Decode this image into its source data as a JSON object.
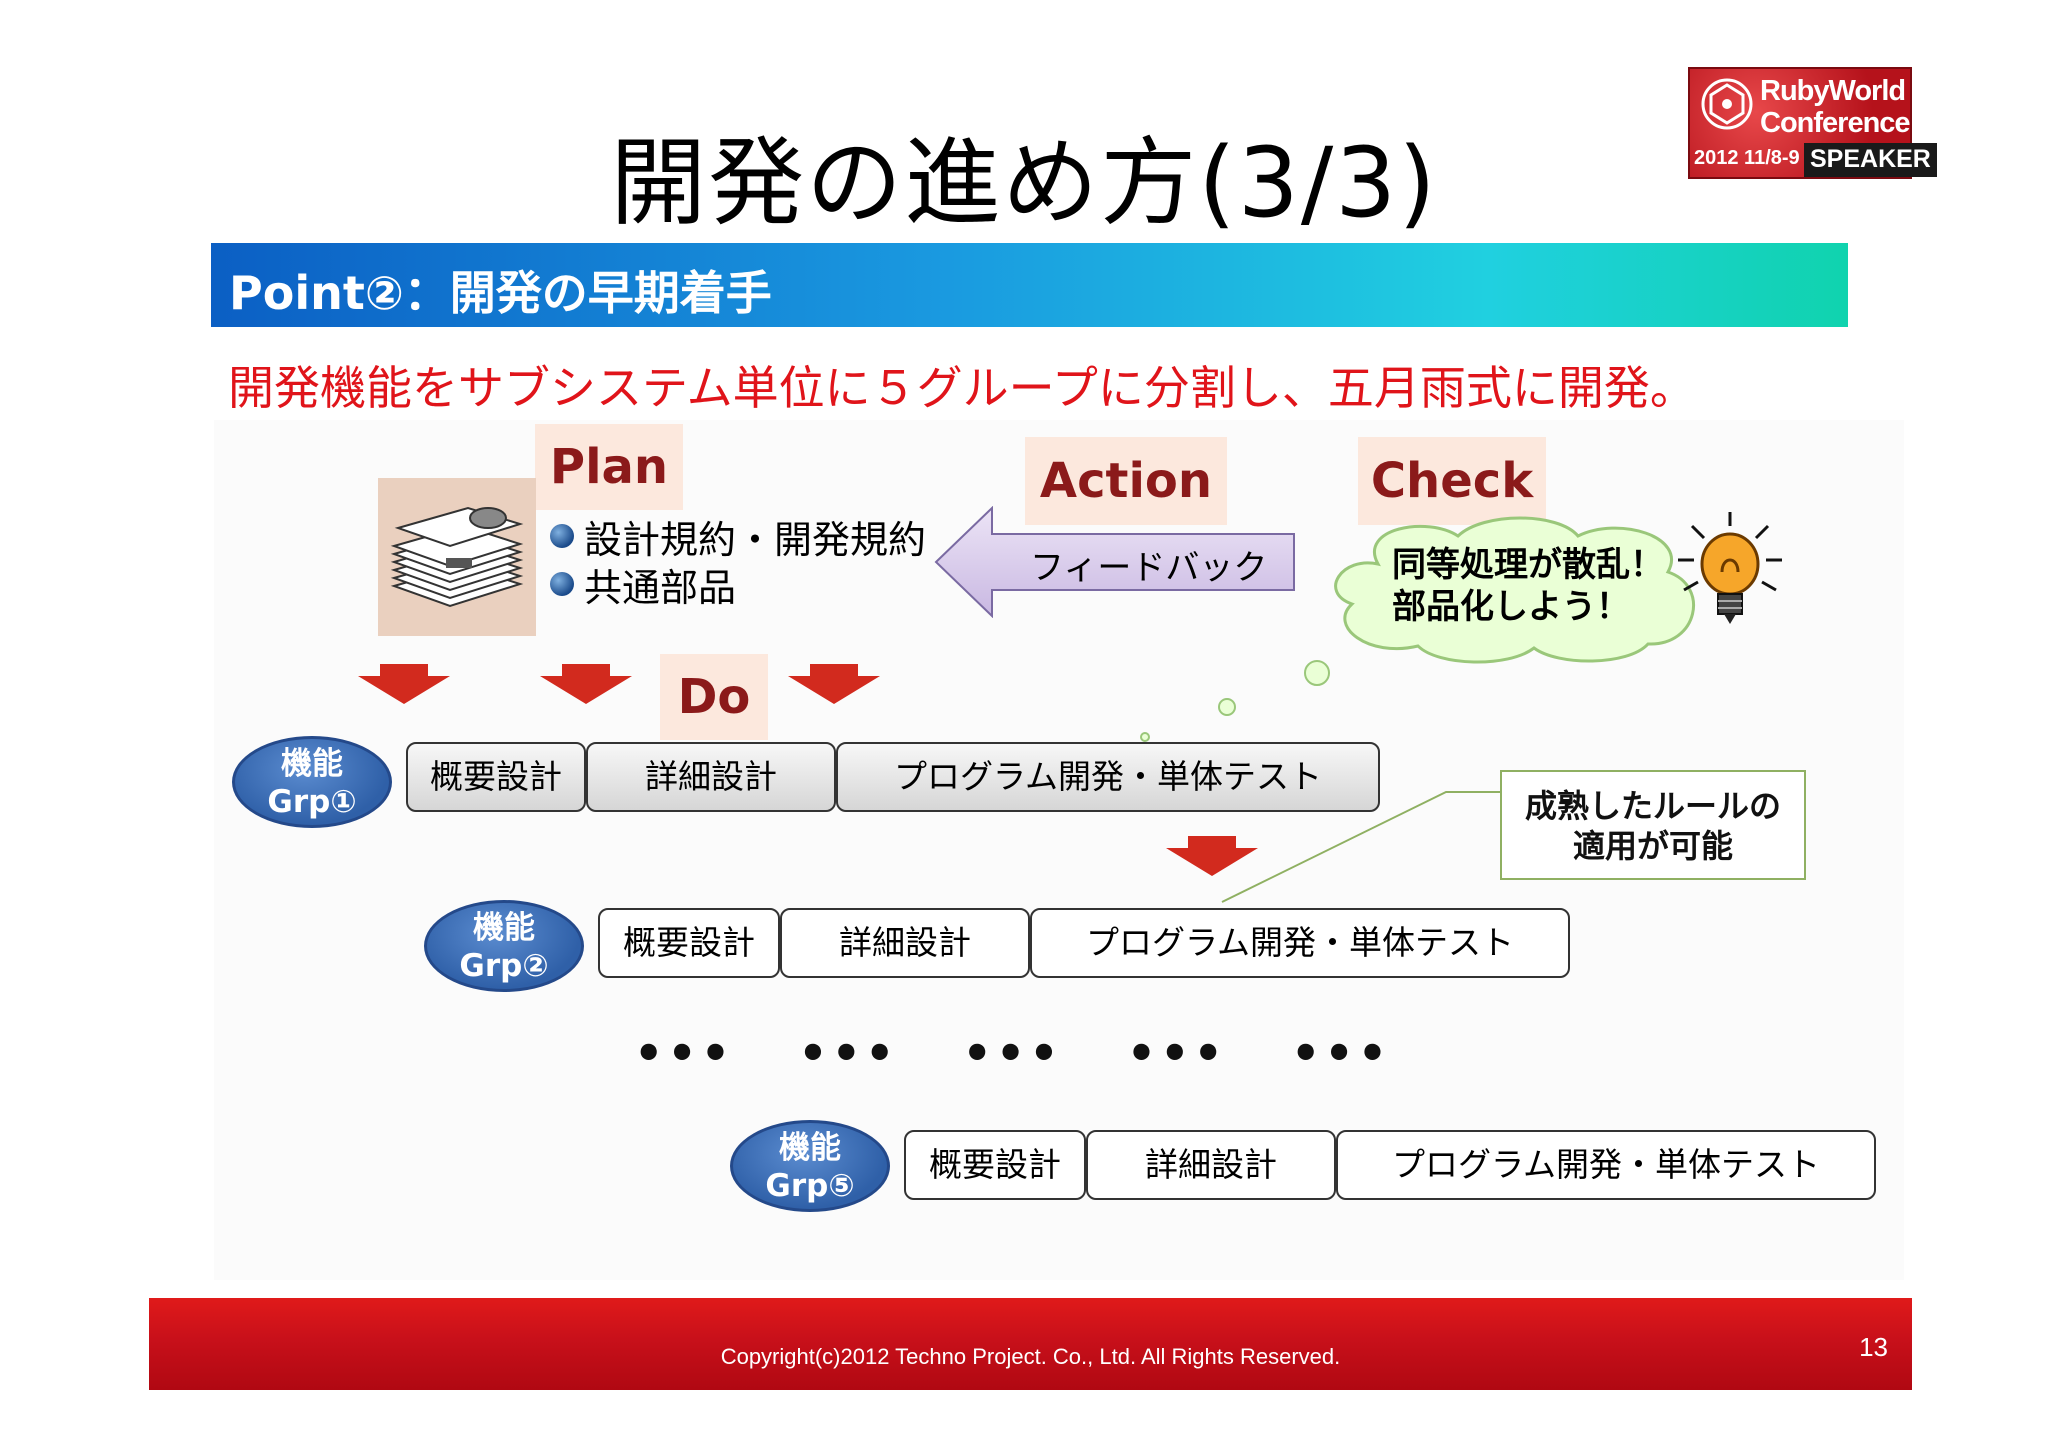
{
  "slide": {
    "title": "開発の進め方(3/3)",
    "point_heading": "Point②：開発の早期着手",
    "subtitle": "開発機能をサブシステム単位に５グループに分割し、五月雨式に開発。"
  },
  "badge": {
    "line1": "RubyWorld",
    "line2": "Conference",
    "date": "2012 11/8-9",
    "role": "SPEAKER"
  },
  "phases": {
    "plan": "Plan",
    "action": "Action",
    "check": "Check",
    "do": "Do"
  },
  "plan_items": [
    "設計規約・開発規約",
    "共通部品"
  ],
  "feedback_label": "フィードバック",
  "check_bubble": [
    "同等処理が散乱！",
    "部品化しよう！"
  ],
  "groups": [
    {
      "label_line1": "機能",
      "label_line2": "Grp①",
      "tasks": [
        "概要設計",
        "詳細設計",
        "プログラム開発・単体テスト"
      ]
    },
    {
      "label_line1": "機能",
      "label_line2": "Grp②",
      "tasks": [
        "概要設計",
        "詳細設計",
        "プログラム開発・単体テスト"
      ]
    },
    {
      "label_line1": "機能",
      "label_line2": "Grp⑤",
      "tasks": [
        "概要設計",
        "詳細設計",
        "プログラム開発・単体テスト"
      ]
    }
  ],
  "ellipsis": [
    "•••",
    "•••",
    "•••",
    "•••",
    "•••"
  ],
  "note": [
    "成熟したルールの",
    "適用が可能"
  ],
  "footer": {
    "copyright": "Copyright(c)2012 Techno Project. Co., Ltd. All Rights Reserved.",
    "page_number": "13"
  },
  "colors": {
    "accent_red": "#e0141a",
    "group_blue": "#2f60a8",
    "phase_bg": "#fce8dd"
  }
}
